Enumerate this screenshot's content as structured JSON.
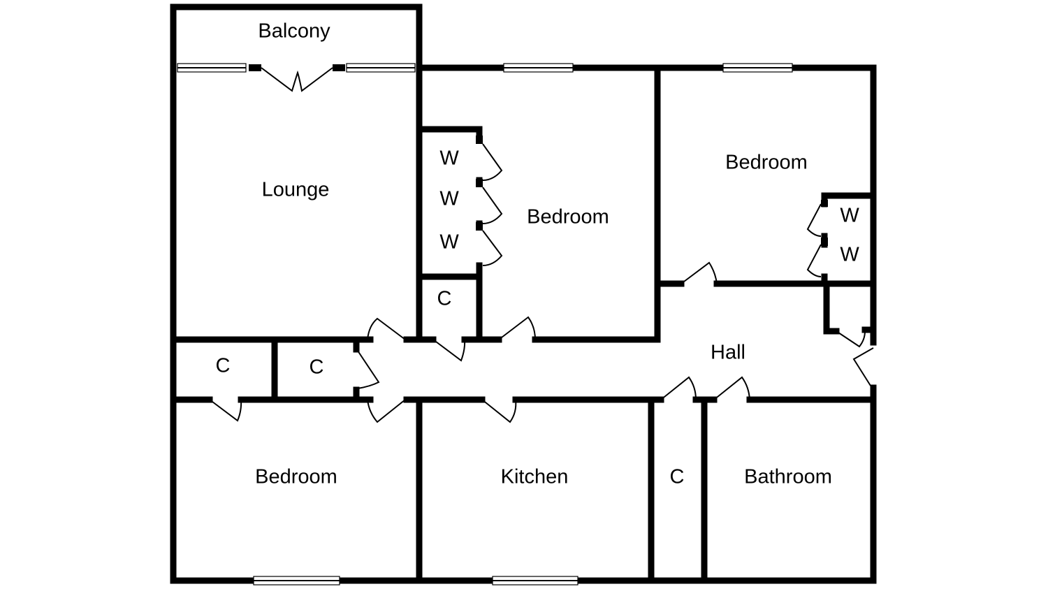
{
  "rooms": {
    "balcony": "Balcony",
    "lounge": "Lounge",
    "bedroom_1": "Bedroom",
    "bedroom_2": "Bedroom",
    "bedroom_3": "Bedroom",
    "kitchen": "Kitchen",
    "bathroom": "Bathroom",
    "hall": "Hall"
  },
  "cupboards": {
    "c1": "C",
    "c2": "C",
    "c3": "C",
    "c4": "C"
  },
  "wardrobes": {
    "w1": "W",
    "w2": "W",
    "w3": "W",
    "w4": "W",
    "w5": "W"
  }
}
